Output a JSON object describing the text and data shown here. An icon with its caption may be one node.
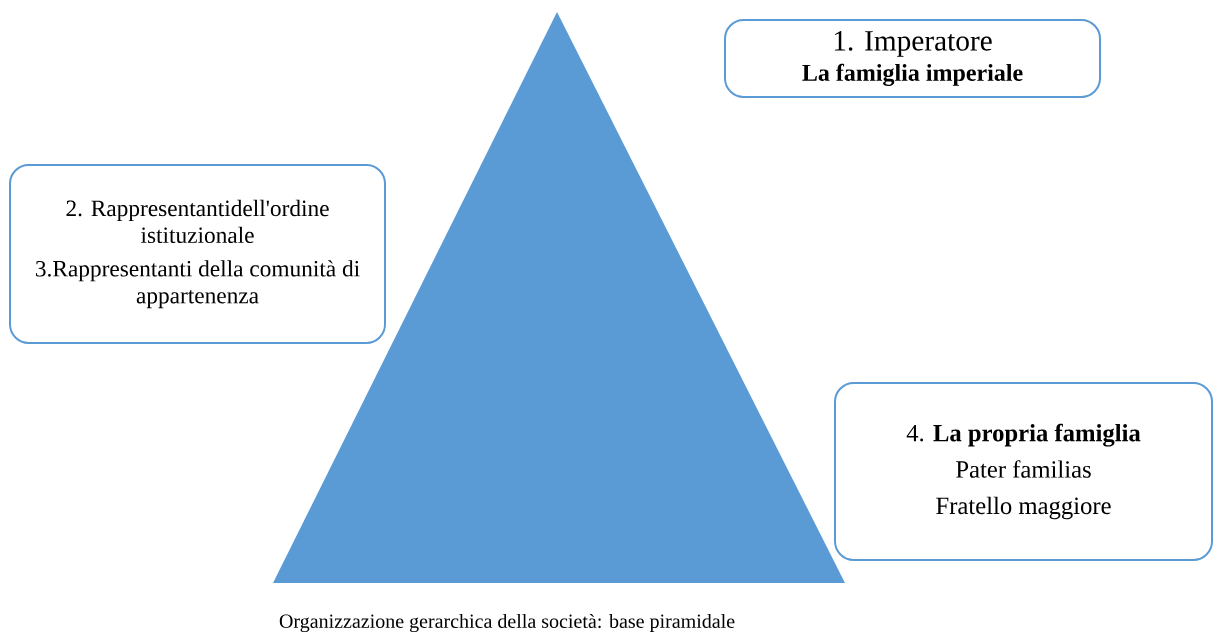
{
  "diagram": {
    "caption": "Organizzazione gerarchica della società: base piramidale",
    "nodes": [
      {
        "text": [],
        "shape": "triangle"
      },
      {
        "text": [
          "1. Imperatore",
          "La famiglia imperiale"
        ]
      },
      {
        "text": [
          "2. Rappresentantidell'ordine istituzionale",
          "3.Rappresentanti della comunità di appartenenza"
        ]
      },
      {
        "text": [
          "4. **La propria famiglia**",
          "Pater familias",
          "Fratello maggiore"
        ]
      }
    ]
  }
}
